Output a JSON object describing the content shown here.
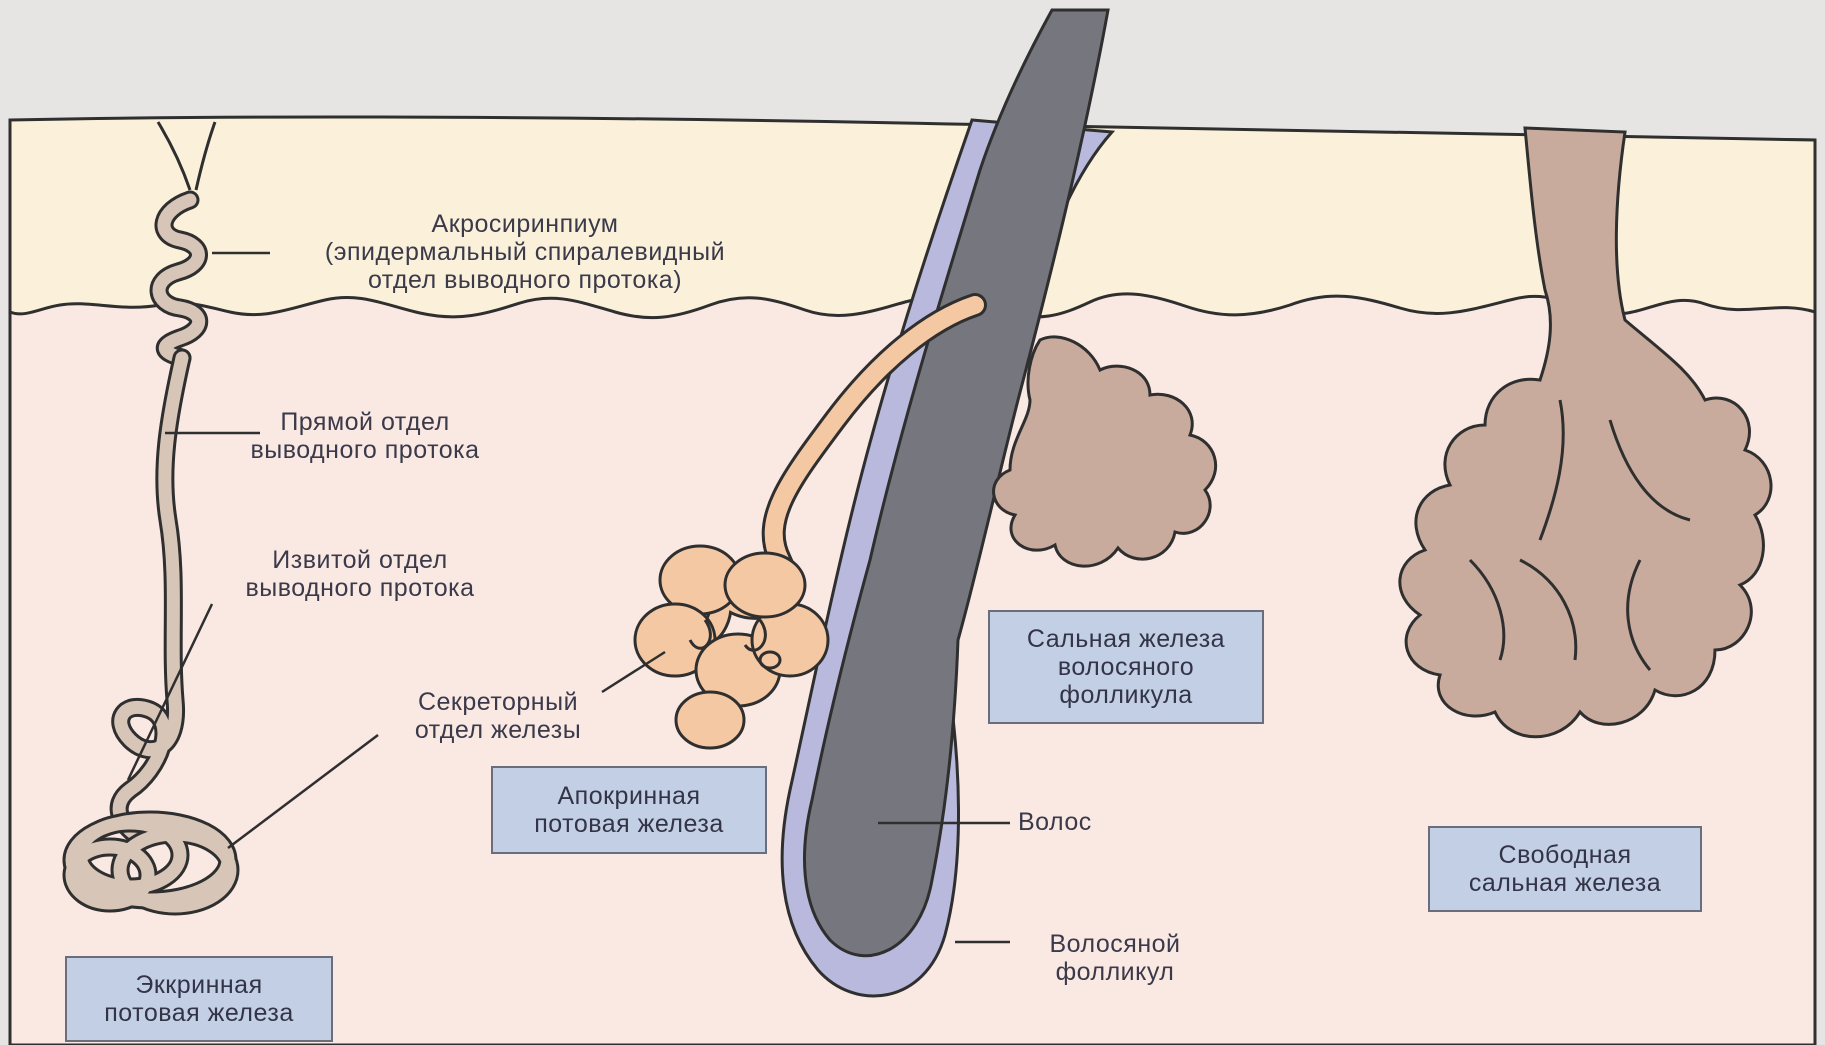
{
  "labels": {
    "acrosyringium": [
      "Акросиринпиум",
      "(эпидермальный спиралевидный",
      "отдел выводного протока)"
    ],
    "straight_duct": [
      "Прямой отдел",
      "выводного протока"
    ],
    "coiled_duct": [
      "Извитой отдел",
      "выводного протока"
    ],
    "secretory": [
      "Секреторный",
      "отдел железы"
    ],
    "hair": [
      "Волос"
    ],
    "follicle": [
      "Волосяной",
      "фолликул"
    ]
  },
  "boxes": {
    "eccrine": [
      "Эккринная",
      "потовая железа"
    ],
    "apocrine": [
      "Апокринная",
      "потовая железа"
    ],
    "sebaceous_follicle": [
      "Сальная железа",
      "волосяного",
      "фолликула"
    ],
    "free_sebaceous": [
      "Свободная",
      "сальная железа"
    ]
  },
  "colors": {
    "background": "#e7e5e3",
    "epidermis": "#fbf1da",
    "dermis": "#fae8e3",
    "eccrine_duct": "#d7c6b8",
    "apocrine_gland": "#f5c8a4",
    "sebaceous": "#c8ab9d",
    "hair": "#76767e",
    "follicle_sheath": "#b8b9dd",
    "label_box": "#c2cfe4"
  },
  "icons": {
    "eccrine": "eccrine-gland-illustration",
    "apocrine": "apocrine-gland-illustration",
    "hair": "hair-follicle-illustration",
    "sebaceous_follicle": "sebaceous-gland-illustration",
    "free_sebaceous": "free-sebaceous-gland-illustration"
  }
}
